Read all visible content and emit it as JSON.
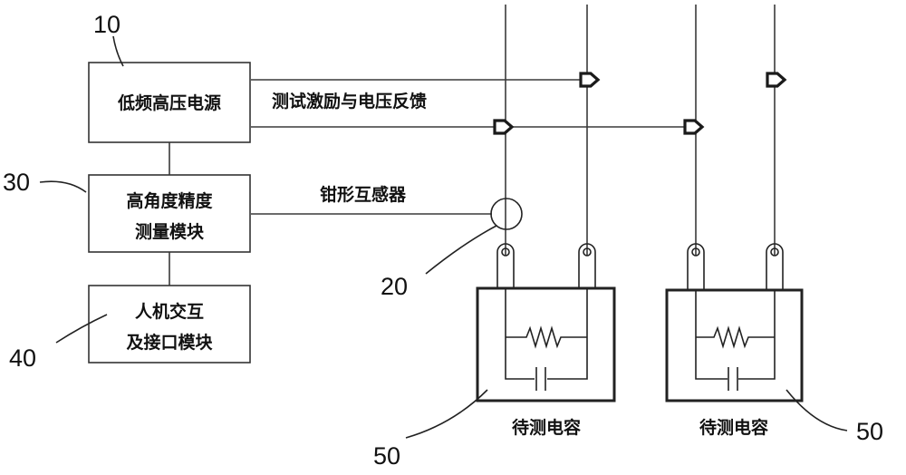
{
  "blocks": {
    "power_label": "低频高压电源",
    "measure_label_line1": "高角度精度",
    "measure_label_line2": "测量模块",
    "hmi_label_line1": "人机交互",
    "hmi_label_line2": "及接口模块"
  },
  "signals": {
    "excitation_label": "测试激励与电压反馈",
    "clamp_label": "钳形互感器"
  },
  "capacitors": {
    "left_label": "待测电容",
    "right_label": "待测电容"
  },
  "reference_numbers": {
    "power_ref": "10",
    "measure_ref": "30",
    "hmi_ref": "40",
    "clamp_ref": "20",
    "cap_left_ref": "50",
    "cap_right_ref": "50"
  }
}
